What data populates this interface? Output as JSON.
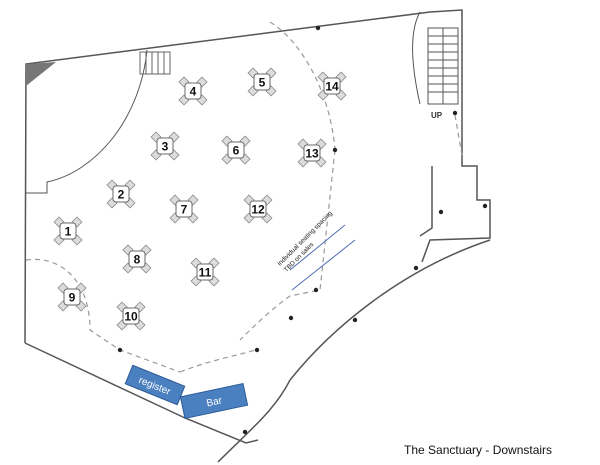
{
  "title": "The Sanctuary - Downstairs",
  "tables": [
    "1",
    "2",
    "3",
    "4",
    "5",
    "6",
    "7",
    "8",
    "9",
    "10",
    "11",
    "12",
    "13",
    "14"
  ],
  "note_lines": [
    "individual seating spacing",
    "TBD on sales"
  ],
  "stairs_label": "UP",
  "register_label": "register",
  "bar_label": "Bar",
  "colors": {
    "box_fill": "#4a7fc0",
    "box_stroke": "#2c5a96",
    "wall": "#555555",
    "dashed": "#9a9a9a",
    "note_line": "#4d6fb3"
  }
}
